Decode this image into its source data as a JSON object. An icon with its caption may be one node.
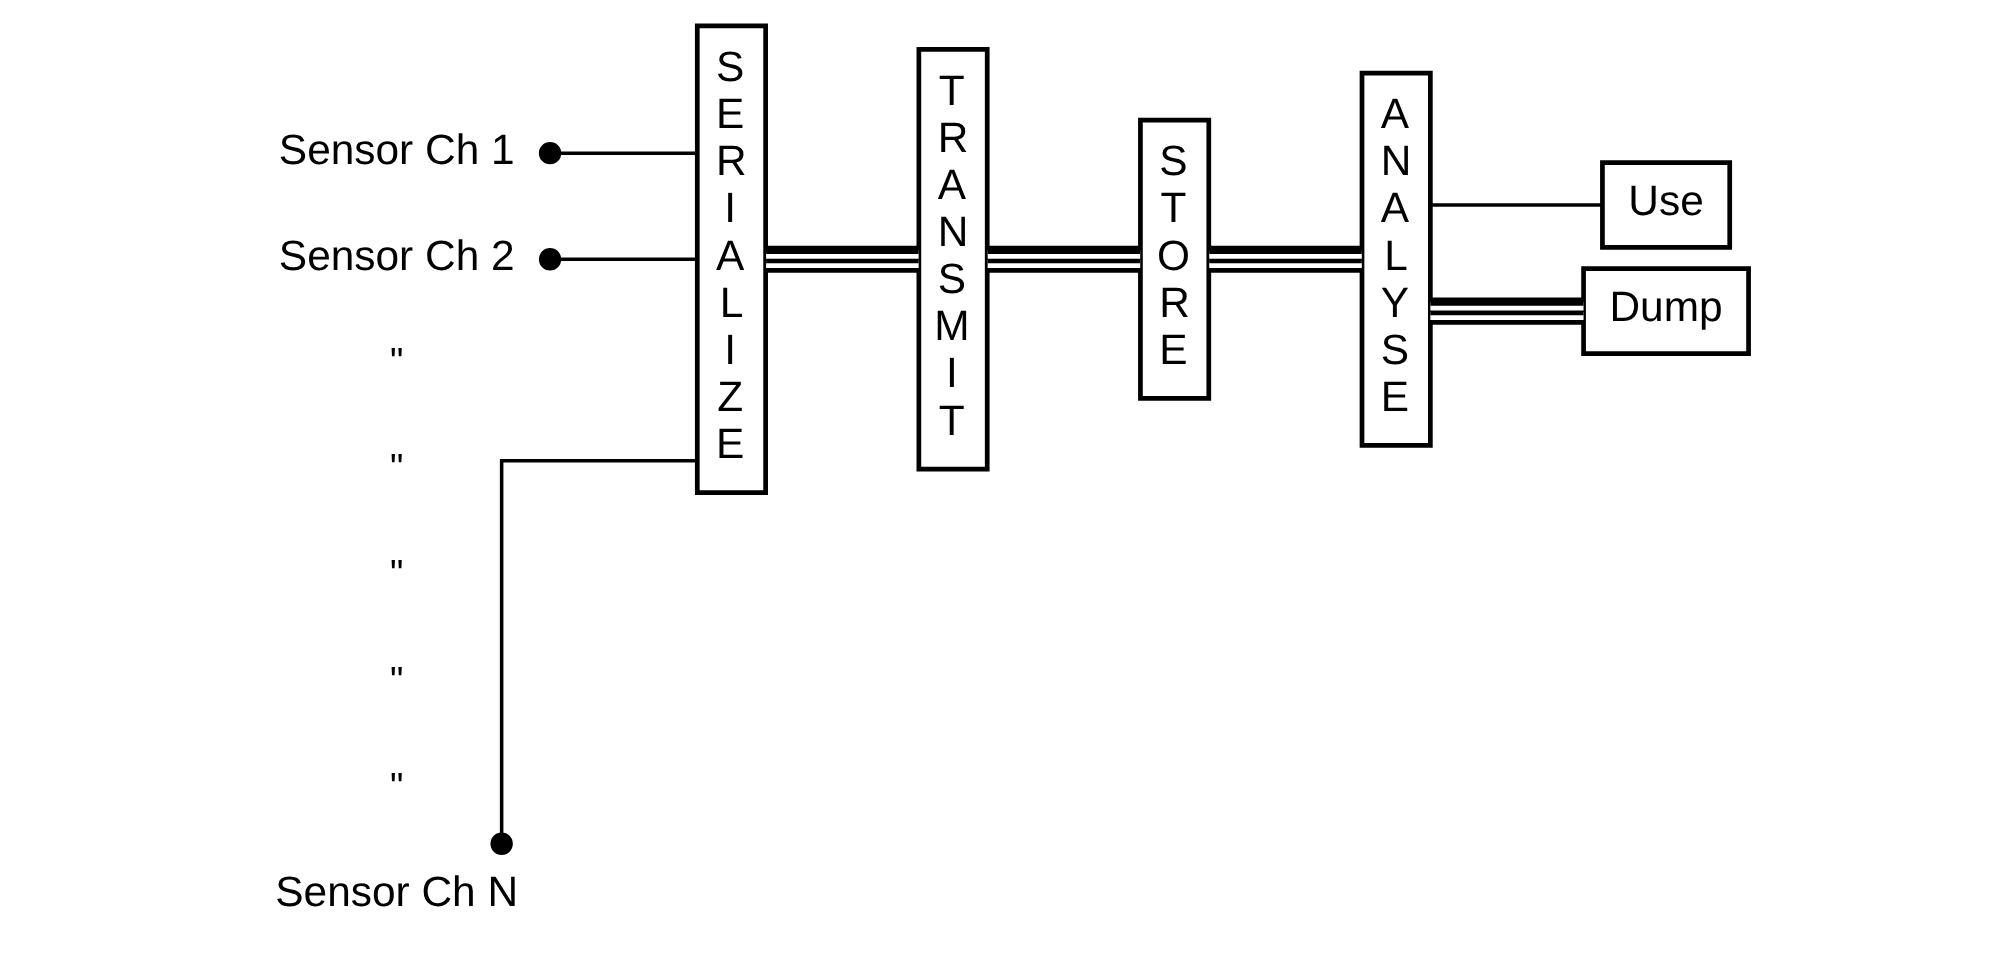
{
  "diagram": {
    "nodes": [
      {
        "text": [
          "Sensor Ch 1"
        ]
      },
      {
        "text": [
          "Sensor Ch 2"
        ]
      },
      {
        "text": [
          "Sensor Ch N"
        ]
      },
      {
        "text": [
          "SERIALIZE"
        ]
      },
      {
        "text": [
          "TRANSMIT"
        ]
      },
      {
        "text": [
          "STORE"
        ]
      },
      {
        "text": [
          "ANALYSE"
        ]
      },
      {
        "text": [
          "Use"
        ]
      },
      {
        "text": [
          "Dump"
        ]
      }
    ],
    "edges": [
      {
        "from": 0,
        "to": 3,
        "arrow": "other"
      },
      {
        "from": 1,
        "to": 3,
        "arrow": "other"
      },
      {
        "from": 2,
        "to": 3,
        "arrow": "other"
      },
      {
        "from": 3,
        "to": 4,
        "arrow": "none",
        "style": "thick"
      },
      {
        "from": 4,
        "to": 5,
        "arrow": "none",
        "style": "thick"
      },
      {
        "from": 5,
        "to": 6,
        "arrow": "none",
        "style": "thick"
      },
      {
        "from": 6,
        "to": 7,
        "arrow": "none"
      },
      {
        "from": 6,
        "to": 8,
        "arrow": "none",
        "style": "thick"
      }
    ],
    "labels": [
      "\"",
      "\"",
      "\"",
      "\"",
      "\""
    ]
  }
}
